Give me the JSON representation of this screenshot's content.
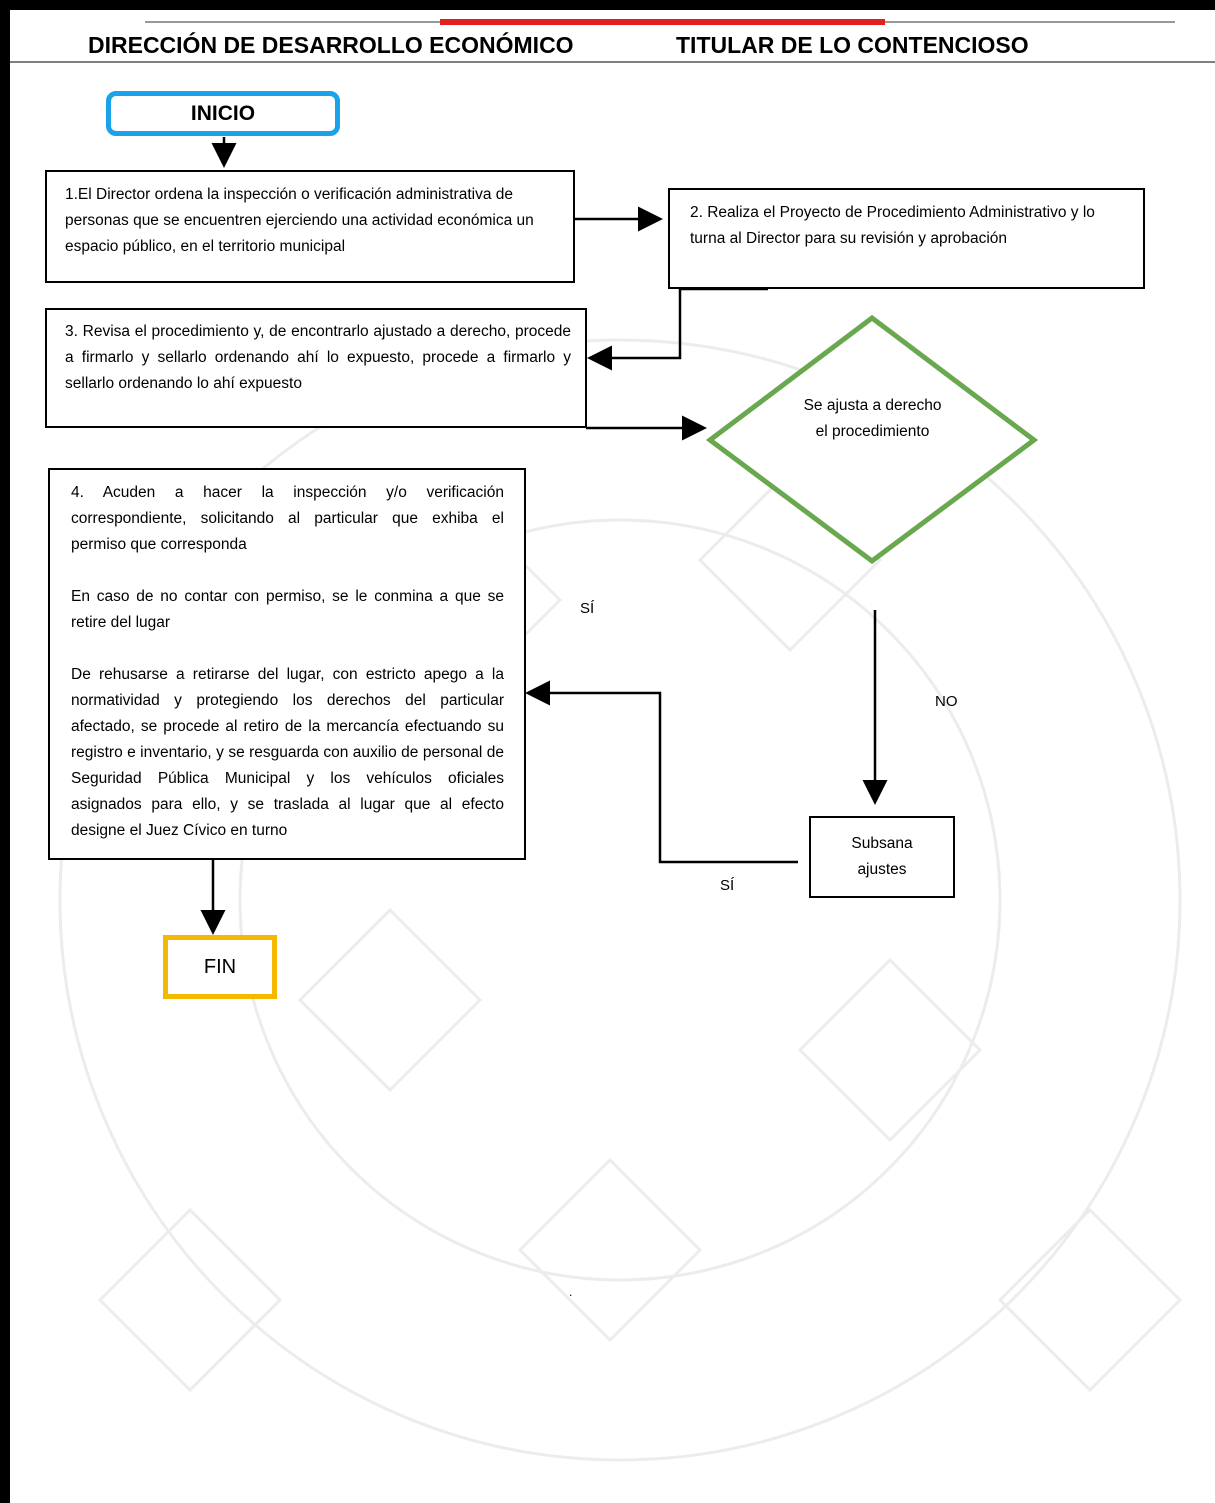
{
  "header": {
    "lane_left": "DIRECCIÓN DE DESARROLLO ECONÓMICO",
    "lane_right": "TITULAR DE LO CONTENCIOSO"
  },
  "flow": {
    "start": "INICIO",
    "step1": "1.El Director ordena la inspección o verificación administrativa de personas que se encuentren ejerciendo una actividad económica un espacio público, en el territorio municipal",
    "step2": "2. Realiza el Proyecto de Procedimiento Administrativo y lo turna al Director para su revisión y aprobación",
    "step3": "3. Revisa el procedimiento y, de encontrarlo ajustado a derecho, procede a firmarlo y sellarlo ordenando ahí lo expuesto, procede a firmarlo y sellarlo ordenando lo ahí expuesto",
    "decision": "Se ajusta a derecho el procedimiento",
    "step4_p1": "4. Acuden a hacer la inspección y/o verificación correspondiente, solicitando al particular que exhiba el permiso que corresponda",
    "step4_p2": "En caso de no contar con permiso, se le conmina a que se retire del lugar",
    "step4_p3": "De rehusarse a retirarse del lugar, con estricto apego a la normatividad y protegiendo los derechos del particular afectado, se procede al retiro de la mercancía efectuando su registro e inventario, y se resguarda con auxilio de personal de Seguridad Pública Municipal y los vehículos oficiales asignados para ello, y se traslada al lugar que al efecto designe el Juez Cívico en turno",
    "fix": "Subsana ajustes",
    "end": "FIN",
    "yes_label_1": "SÍ",
    "no_label": "NO",
    "yes_label_2": "SÍ",
    "dot": "."
  },
  "colors": {
    "start_border": "#1aa3e8",
    "end_border": "#f5b800",
    "decision_border": "#6aa84f",
    "top_accent": "#e02020"
  }
}
